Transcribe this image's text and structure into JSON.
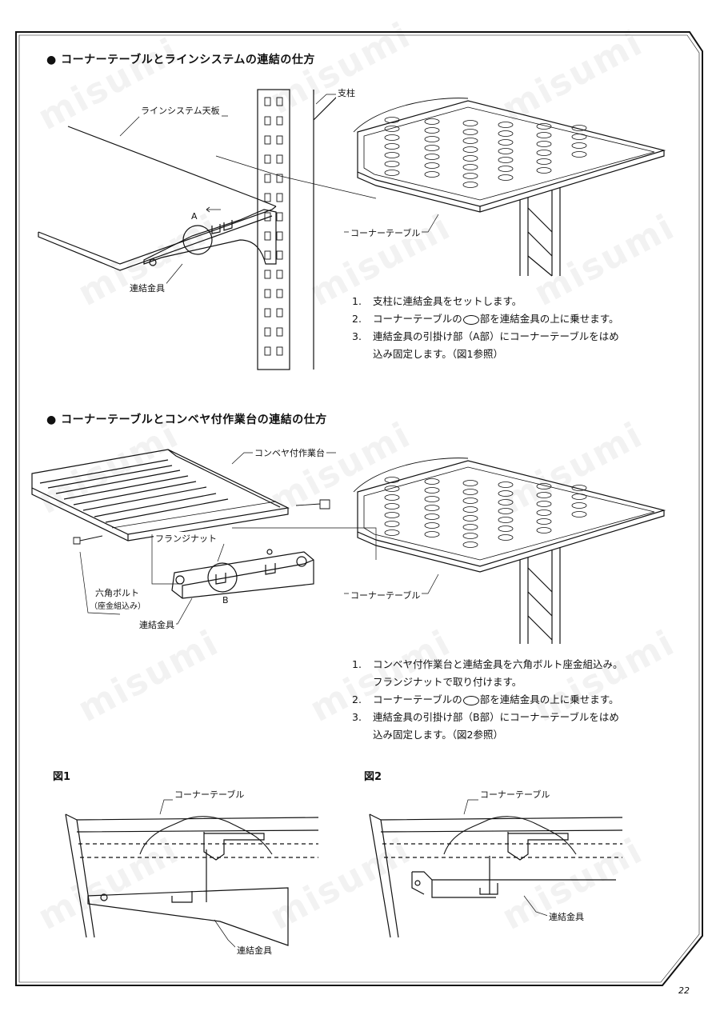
{
  "section1": {
    "heading": "コーナーテーブルとラインシステムの連結の仕方",
    "labels": {
      "line_top": "ラインシステム天板",
      "post": "支柱",
      "a": "A",
      "corner_table": "コーナーテーブル",
      "bracket": "連結金具"
    },
    "steps": [
      {
        "num": "1.",
        "lines": [
          "支柱に連結金具をセットします。"
        ]
      },
      {
        "num": "2.",
        "pre": "コーナーテーブルの",
        "post": "部を連結金具の上に乗せます。"
      },
      {
        "num": "3.",
        "lines": [
          "連結金具の引掛け部（A部）にコーナーテーブルをはめ",
          "込み固定します。（図1参照）"
        ]
      }
    ]
  },
  "section2": {
    "heading": "コーナーテーブルとコンベヤ付作業台の連結の仕方",
    "labels": {
      "conveyor": "コンベヤ付作業台",
      "flange_nut": "フランジナット",
      "hex_bolt_1": "六角ボルト",
      "hex_bolt_2": "（座金組込み）",
      "b": "B",
      "bracket": "連結金具",
      "corner_table": "コーナーテーブル"
    },
    "steps": [
      {
        "num": "1.",
        "lines": [
          "コンベヤ付作業台と連結金具を六角ボルト座金組込み。",
          "フランジナットで取り付けます。"
        ]
      },
      {
        "num": "2.",
        "pre": "コーナーテーブルの",
        "post": "部を連結金具の上に乗せます。"
      },
      {
        "num": "3.",
        "lines": [
          "連結金具の引掛け部（B部）にコーナーテーブルをはめ",
          "込み固定します。（図2参照）"
        ]
      }
    ]
  },
  "fig1": {
    "title": "図1",
    "corner_table": "コーナーテーブル",
    "bracket": "連結金具"
  },
  "fig2": {
    "title": "図2",
    "corner_table": "コーナーテーブル",
    "bracket": "連結金具"
  },
  "watermark": "misumi",
  "page_number": "22"
}
